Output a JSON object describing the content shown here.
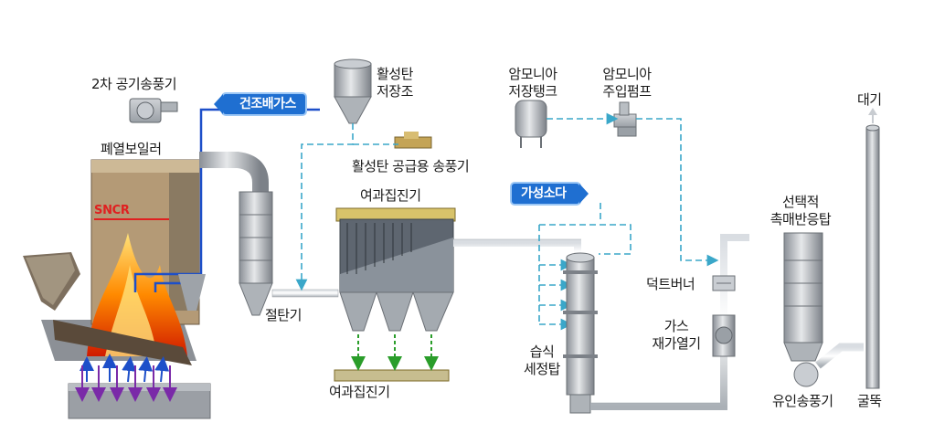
{
  "labels": {
    "secondary_air_fan": "2차 공기송풍기",
    "waste_heat_boiler": "폐열보일러",
    "activated_carbon_silo": "활성탄\n저장조",
    "activated_carbon_fan": "활성탄 공급용 송풍기",
    "ammonia_tank": "암모니아\n저장탱크",
    "ammonia_pump": "암모니아\n주입펌프",
    "atmosphere": "대기",
    "bag_filter_top": "여과집진기",
    "bag_filter_bottom": "여과집진기",
    "coal_saver": "절탄기",
    "selective_reactor": "선택적\n촉매반응탑",
    "duct_burner": "덕트버너",
    "gas_reheater": "가스\n재가열기",
    "wet_scrubber": "습식\n세정탑",
    "induced_fan": "유인송풍기",
    "stack": "굴뚝",
    "sncr": "SNCR"
  },
  "tags": {
    "dry_exhaust": "건조배가스",
    "caustic_soda": "가성소다"
  },
  "colors": {
    "tag_blue": "#1f6fd1",
    "dashed_line": "#3aa7c9",
    "boiler_blue_line": "#1d4fc9",
    "sncr_red": "#e02020",
    "green_arrow": "#2a9d2a",
    "purple_arrow": "#7a2aa8"
  }
}
